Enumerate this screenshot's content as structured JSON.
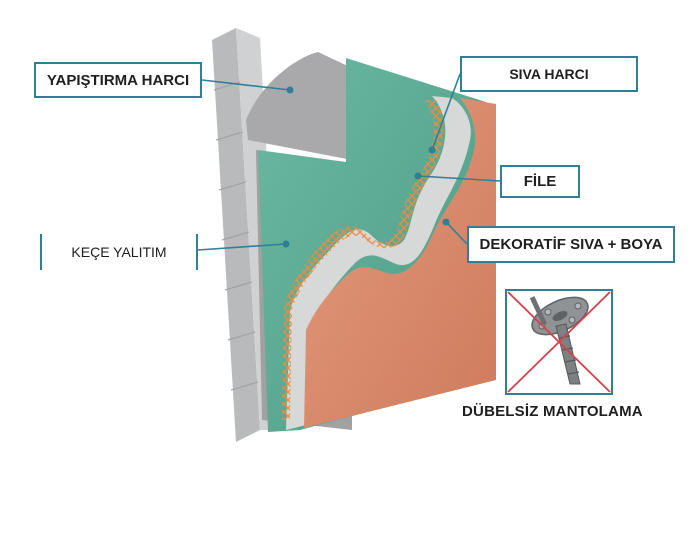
{
  "labels": {
    "yapistirma_harci": "YAPIŞTIRMA HARCI",
    "siva_harci": "SIVA HARCI",
    "file": "FİLE",
    "dekoratif_siva_boya": "DEKORATİF SIVA + BOYA",
    "kece_yalitim": "KEÇE YALITIM",
    "dubelsiz_mantolama": "DÜBELSİZ MANTOLAMA"
  },
  "colors": {
    "label_border": "#2f7f97",
    "concrete": "#c9cacc",
    "adhesive_mortar": "#a9a9ab",
    "insulation_felt": "#5fae98",
    "plaster_mortar": "#d7d8d8",
    "mesh": "#f08a3c",
    "decorative_plaster": "#d9876a",
    "cross_mark": "#d6404b",
    "icon_frame": "#2f7f97"
  },
  "icons": {
    "dowel": "wall-anchor-dowel-icon",
    "crossed_out": "prohibited-cross-icon"
  }
}
